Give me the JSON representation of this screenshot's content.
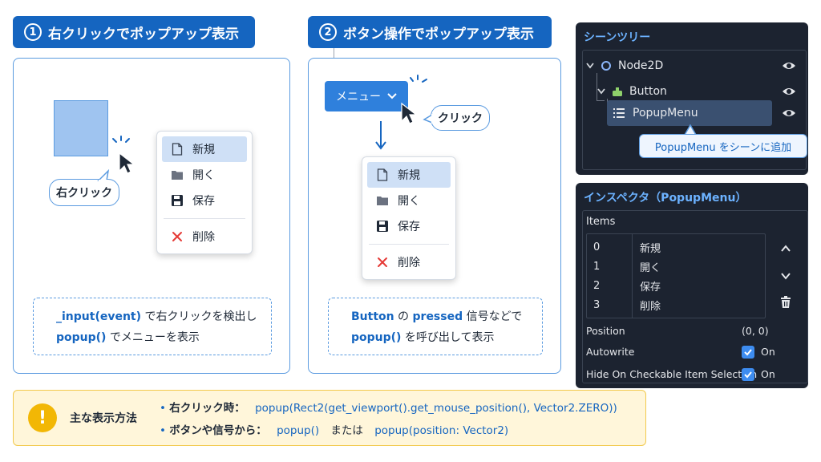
{
  "section1": {
    "number": "1",
    "title": "右クリックでポップアップ表示",
    "callout": "右クリック",
    "menu": [
      "新規",
      "開く",
      "保存",
      "削除"
    ],
    "note_code1": "_input(event)",
    "note_text1": " で右クリックを検出し",
    "note_code2": "popup()",
    "note_text2": " でメニューを表示"
  },
  "section2": {
    "number": "2",
    "title": "ボタン操作でポップアップ表示",
    "button_label": "メニュー",
    "callout": "クリック",
    "menu": [
      "新規",
      "開く",
      "保存",
      "削除"
    ],
    "note_code1": "Button",
    "note_text1": " の ",
    "note_code1b": "pressed",
    "note_text1b": " 信号などで",
    "note_code2": "popup()",
    "note_text2": " を呼び出して表示"
  },
  "scene_tree": {
    "title": "シーンツリー",
    "nodes": [
      "Node2D",
      "Button",
      "PopupMenu"
    ],
    "tooltip": "PopupMenu をシーンに追加"
  },
  "inspector": {
    "title": "インスペクタ（PopupMenu）",
    "items_label": "Items",
    "items": [
      {
        "index": "0",
        "text": "新規"
      },
      {
        "index": "1",
        "text": "開く"
      },
      {
        "index": "2",
        "text": "保存"
      },
      {
        "index": "3",
        "text": "削除"
      }
    ],
    "position_label": "Position",
    "position_value": "(0, 0)",
    "autowrite_label": "Autowrite",
    "autowrite_value": "On",
    "hide_label": "Hide On Checkable Item Selection",
    "hide_value": "On"
  },
  "summary": {
    "heading": "主な表示方法",
    "line1_label": "右クリック時：",
    "line1_code": "popup(Rect2(get_viewport().get_mouse_position(), Vector2.ZERO))",
    "line2_label": "ボタンや信号から：",
    "line2_code1": "popup()",
    "line2_mid": "または",
    "line2_code2": "popup(position: Vector2)"
  },
  "colors": {
    "accent": "#1565c0",
    "panel_border": "#5b9be0",
    "dark_bg": "#1c2330",
    "warning": "#f2b705"
  }
}
